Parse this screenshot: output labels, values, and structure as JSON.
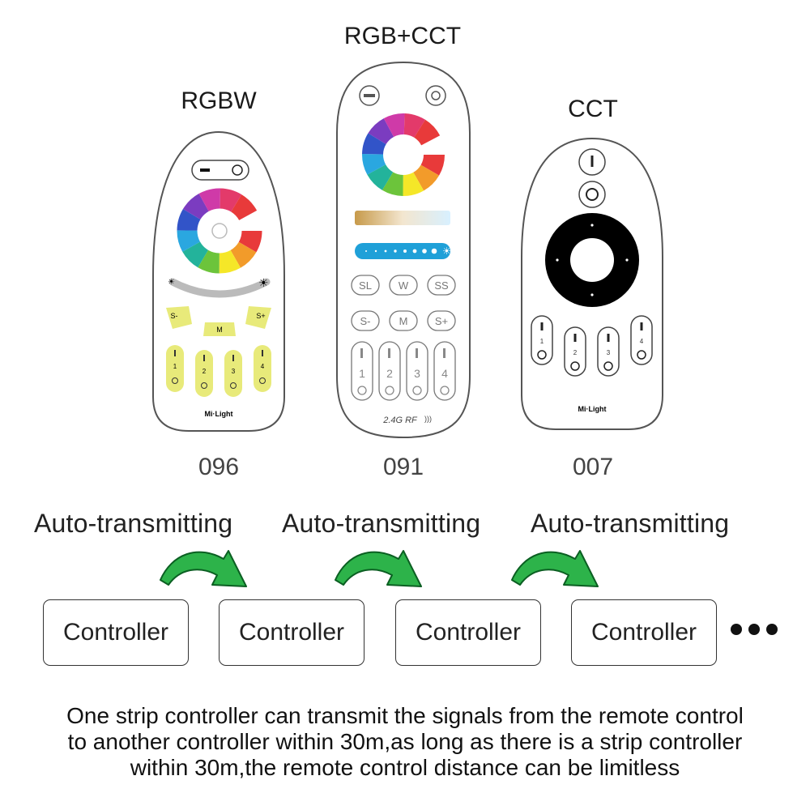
{
  "remotes": [
    {
      "type": "RGBW",
      "model": "096",
      "brand": "Mi·Light",
      "buttons": {
        "s_minus": "S-",
        "mode": "M",
        "s_plus": "S+"
      },
      "zones": [
        "1",
        "2",
        "3",
        "4"
      ]
    },
    {
      "type": "RGB+CCT",
      "model": "091",
      "rf_label": "2.4G RF",
      "buttons_row1": [
        "SL",
        "W",
        "SS"
      ],
      "buttons_row2": [
        "S-",
        "M",
        "S+"
      ],
      "zones": [
        "1",
        "2",
        "3",
        "4"
      ]
    },
    {
      "type": "CCT",
      "model": "007",
      "brand": "Mi·Light",
      "zones": [
        "1",
        "2",
        "3",
        "4"
      ]
    }
  ],
  "auto_labels": [
    "Auto-transmitting",
    "Auto-transmitting",
    "Auto-transmitting"
  ],
  "controllers": [
    "Controller",
    "Controller",
    "Controller",
    "Controller"
  ],
  "caption": [
    "One strip controller can transmit the signals from the remote control",
    "to another controller within 30m,as long as there is a strip controller",
    "within 30m,the remote control distance can be limitless"
  ],
  "colors": {
    "accent_yellow": "#e8ea7a",
    "arrow_green": "#2db34a",
    "strip_blue": "#1fa0d8"
  }
}
